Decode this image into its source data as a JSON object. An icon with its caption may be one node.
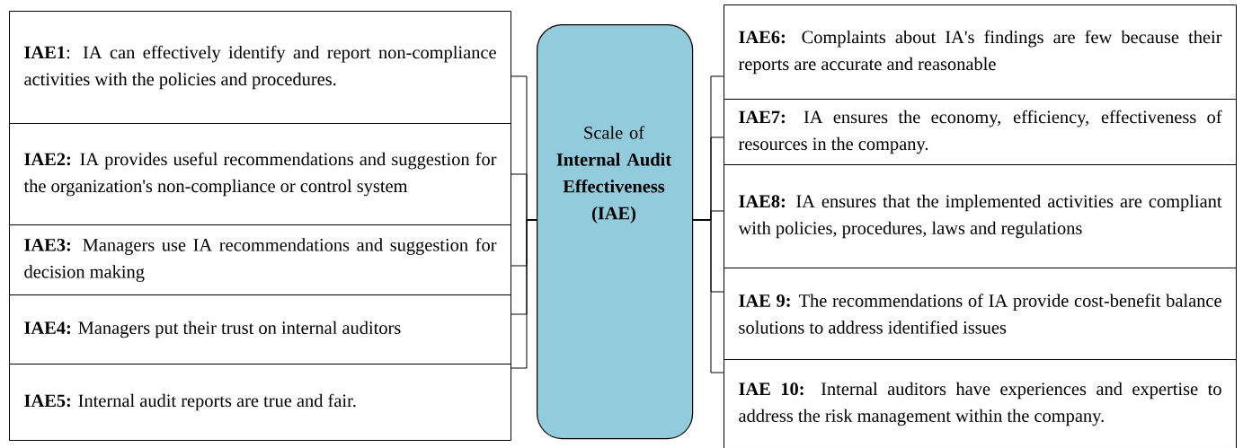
{
  "diagram": {
    "nodes": [
      {
        "text": [
          "Scale of **Internal Audit Effectiveness (IAE)**"
        ]
      },
      {
        "text": [
          "**IAE1**: IA can effectively identify and report non-compliance activities with the policies and procedures."
        ]
      },
      {
        "text": [
          "**IAE2:** IA provides useful recommendations and suggestion for the organization's non-compliance or control system"
        ]
      },
      {
        "text": [
          "**IAE3:** Managers use IA recommendations and suggestion for decision making"
        ]
      },
      {
        "text": [
          "**IAE4:** Managers put their trust on internal auditors"
        ]
      },
      {
        "text": [
          "**IAE5:** Internal audit reports are true and fair."
        ]
      },
      {
        "text": [
          "**IAE6:** Complaints about IA's findings are few because their reports are accurate and reasonable"
        ]
      },
      {
        "text": [
          "**IAE7:** IA ensures the economy, efficiency, effectiveness of resources in the company."
        ]
      },
      {
        "text": [
          "**IAE8:** IA ensures that the implemented activities are compliant with policies, procedures, laws and regulations"
        ]
      },
      {
        "text": [
          "**IAE 9:** The recommendations of IA provide cost-benefit balance solutions to address identified issues"
        ]
      },
      {
        "text": [
          "**IAE 10:** Internal auditors have experiences and expertise to address the risk management within the company."
        ]
      }
    ],
    "edges": [
      {
        "from": 0,
        "to": 1,
        "arrow": "none"
      },
      {
        "from": 0,
        "to": 2,
        "arrow": "none"
      },
      {
        "from": 0,
        "to": 3,
        "arrow": "none"
      },
      {
        "from": 0,
        "to": 4,
        "arrow": "none"
      },
      {
        "from": 0,
        "to": 5,
        "arrow": "none"
      },
      {
        "from": 0,
        "to": 6,
        "arrow": "none"
      },
      {
        "from": 0,
        "to": 7,
        "arrow": "none"
      },
      {
        "from": 0,
        "to": 8,
        "arrow": "none"
      },
      {
        "from": 0,
        "to": 9,
        "arrow": "none"
      },
      {
        "from": 0,
        "to": 10,
        "arrow": "none"
      }
    ]
  }
}
